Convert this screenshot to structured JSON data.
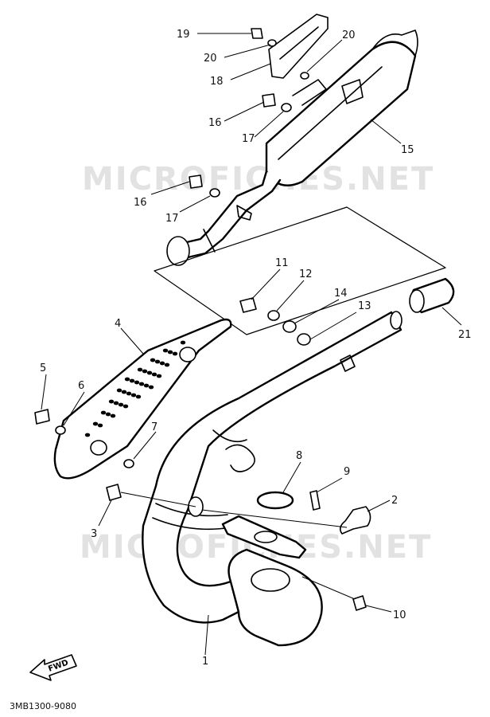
{
  "watermark": "MICROFICHES.NET",
  "drawing_code": "3MB1300-9080",
  "fwd_label": "FWD",
  "callouts": {
    "c1": "1",
    "c2": "2",
    "c3": "3",
    "c4": "4",
    "c5": "5",
    "c6": "6",
    "c7": "7",
    "c8": "8",
    "c9": "9",
    "c10": "10",
    "c11": "11",
    "c12": "12",
    "c13": "13",
    "c14": "14",
    "c15": "15",
    "c16a": "16",
    "c16b": "16",
    "c17a": "17",
    "c17b": "17",
    "c18": "18",
    "c19": "19",
    "c20a": "20",
    "c20b": "20",
    "c21": "21"
  }
}
